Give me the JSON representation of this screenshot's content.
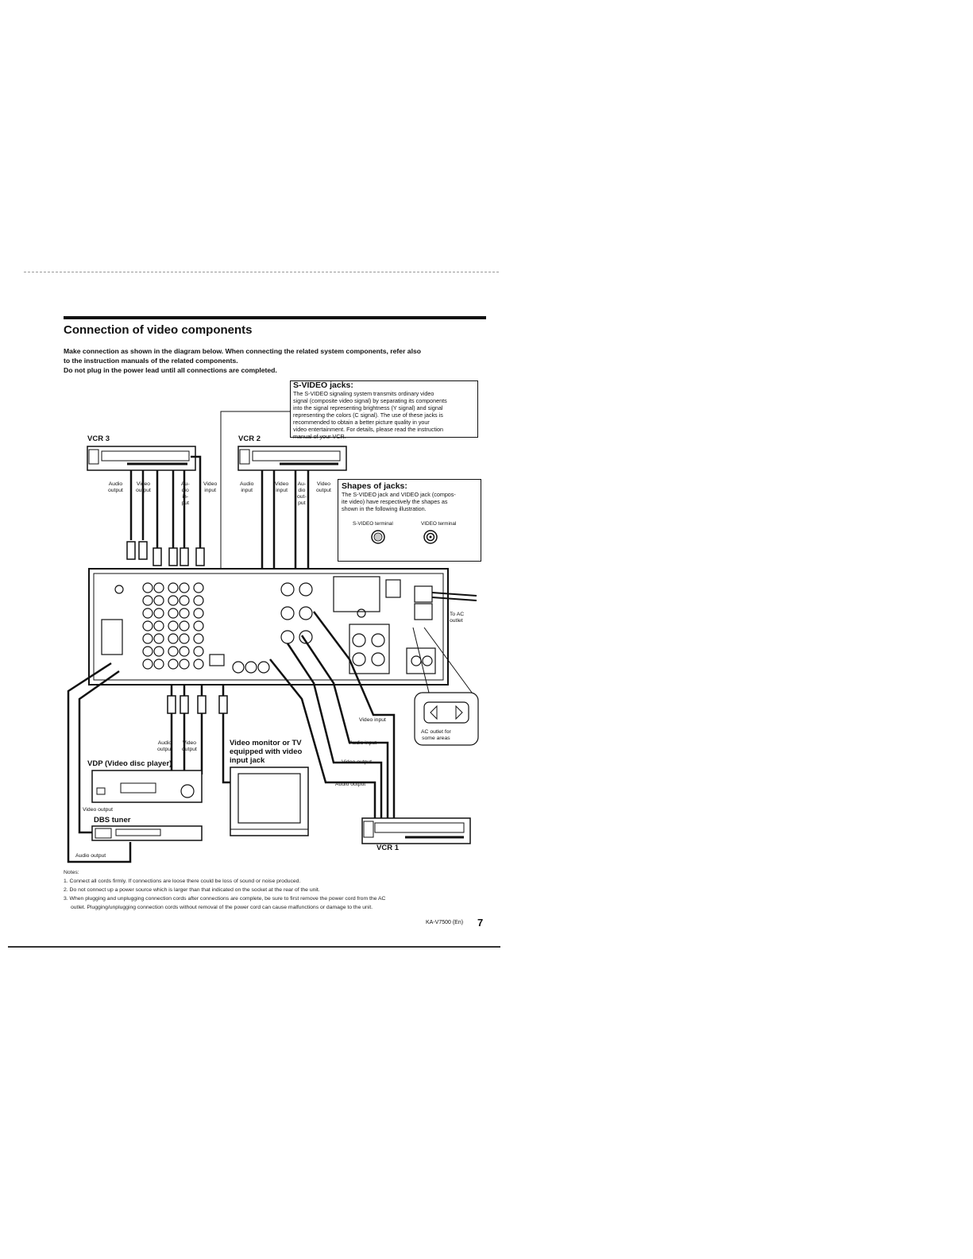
{
  "heading": "Connection of video components",
  "intro": {
    "line1": "Make connection as shown in the diagram below. When connecting the related system components, refer also",
    "line2": "to the instruction manuals of the related components.",
    "line3": "Do not plug in the power lead until all connections are completed."
  },
  "svideo_box": {
    "title": "S-VIDEO jacks:",
    "lines": [
      "The S-VIDEO signaling system transmits ordinary video",
      "signal (composite video signal) by separating its components",
      "into the signal representing brightness (Y signal) and signal",
      "representing the colors (C signal). The use of these jacks is",
      "recommended to obtain a better picture quality in your",
      "video entertainment. For details, please read the instruction",
      "manual of your VCR."
    ]
  },
  "shapes_box": {
    "title": "Shapes of jacks:",
    "lines": [
      "The S-VIDEO jack and VIDEO jack (compos-",
      "ite video) have respectively the shapes as",
      "shown in the following illustration."
    ],
    "svideo_terminal": "S-VIDEO terminal",
    "video_terminal": "VIDEO terminal"
  },
  "devices": {
    "vcr3": "VCR 3",
    "vcr2": "VCR 2",
    "vcr1": "VCR 1",
    "vdp": "VDP (Video disc player)",
    "dbs": "DBS tuner",
    "monitor_l1": "Video monitor or TV",
    "monitor_l2": "equipped with video",
    "monitor_l3": "input jack"
  },
  "labels": {
    "vcr3_audio_output": [
      "Audio",
      "output"
    ],
    "vcr3_video_output": [
      "Video",
      "output"
    ],
    "vcr3_audio_input": [
      "Au-",
      "dio",
      "in-",
      "put"
    ],
    "vcr3_video_input": [
      "Video",
      "input"
    ],
    "vcr2_audio_input": [
      "Audio",
      "input"
    ],
    "vcr2_video_input": [
      "Video",
      "input"
    ],
    "vcr2_audio_output": [
      "Au-",
      "dio",
      "out-",
      "put"
    ],
    "vcr2_video_output": [
      "Video",
      "output"
    ],
    "to_ac_outlet": [
      "To AC",
      "outlet"
    ],
    "vcr1_video_input": "Video input",
    "vcr1_audio_input": "Audio input",
    "vcr1_video_output": "Video output",
    "vcr1_audio_output": "Audio output",
    "vdp_audio_output": [
      "Audio",
      "output"
    ],
    "vdp_video_output": [
      "Video",
      "output"
    ],
    "vdp_video_output2": "Video output",
    "dbs_audio_output": "Audio output",
    "ac_outlet_areas": [
      "AC outlet for",
      "some areas"
    ]
  },
  "notes": {
    "heading": "Notes:",
    "items": [
      "1. Connect all cords firmly. If connections are loose there could be loss of sound or noise produced.",
      "2. Do not connect up a power source which is larger than that indicated on the socket at the rear of the unit.",
      "3. When plugging and unplugging connection cords after connections are complete, be sure to first remove the power cord from the AC",
      "outlet. Plugging/unplugging connection cords without removal of the power cord can cause malfunctions or damage to the unit."
    ]
  },
  "footer": {
    "model": "KA-V7500 (En)",
    "page": "7"
  }
}
